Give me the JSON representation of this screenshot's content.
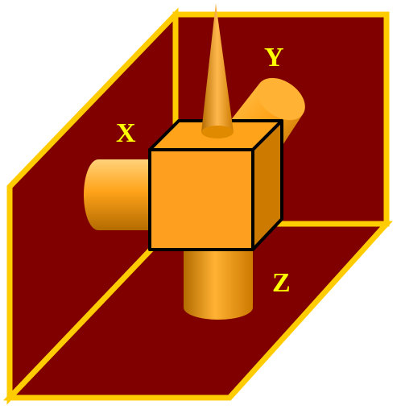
{
  "labels": {
    "x": "X",
    "y": "Y",
    "z": "Z"
  },
  "colors": {
    "panel": "#800000",
    "border": "#FFCC00",
    "label": "#FFFF00",
    "object_light": "#FFC34D",
    "object_base": "#FF9900",
    "object_dark": "#B36B00",
    "outline": "#000000"
  }
}
